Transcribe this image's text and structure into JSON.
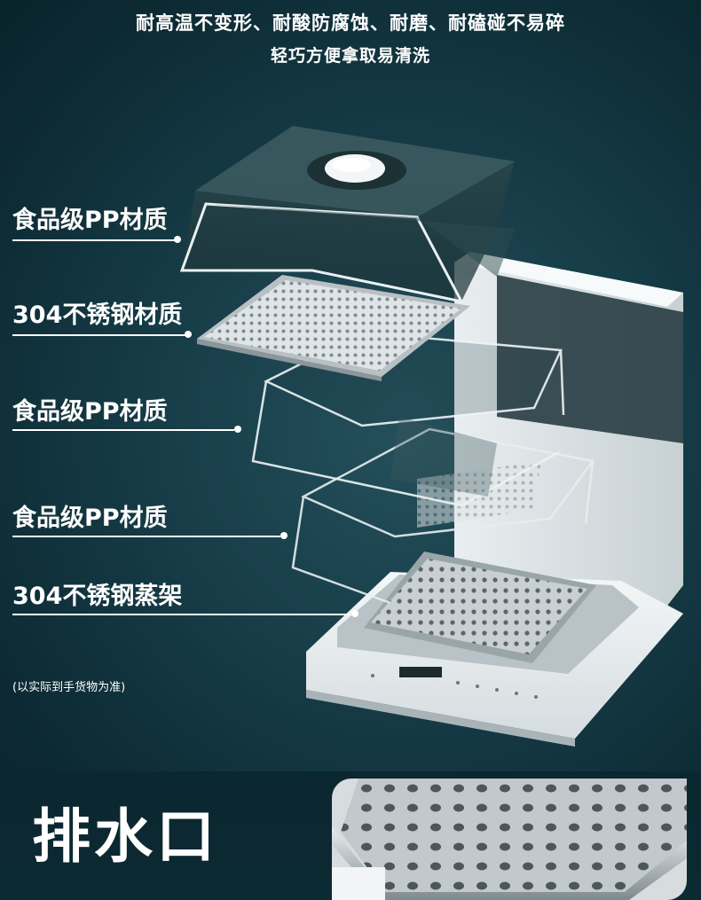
{
  "header": {
    "line1": "耐高温不变形、耐酸防腐蚀、耐磨、耐磕碰不易碎",
    "line2": "轻巧方便拿取易清洗"
  },
  "labels": [
    "食品级PP材质",
    "304不锈钢材质",
    "食品级PP材质",
    "食品级PP材质",
    "304不锈钢蒸架"
  ],
  "note": "(以实际到手货物为准)",
  "bottom": {
    "title": "排水口"
  },
  "colors": {
    "background": "#163c47",
    "text": "#ffffff"
  }
}
